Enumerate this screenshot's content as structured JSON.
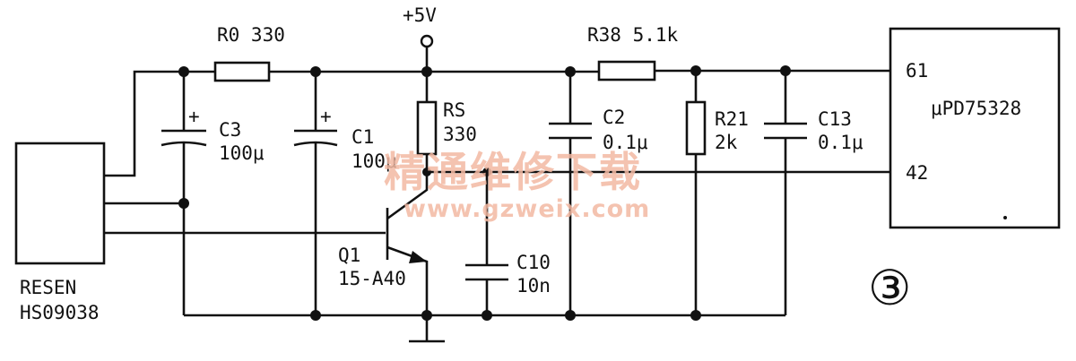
{
  "supply": {
    "label": "+5V"
  },
  "components": {
    "r0": {
      "name": "R0 330"
    },
    "r38": {
      "name": "R38 5.1k"
    },
    "c3": {
      "name": "C3",
      "value": "100μ"
    },
    "c1": {
      "name": "C1",
      "value": "100μ"
    },
    "rs": {
      "name": "RS",
      "value": "330"
    },
    "c2": {
      "name": "C2",
      "value": "0.1μ"
    },
    "r21": {
      "name": "R21",
      "value": "2k"
    },
    "c13": {
      "name": "C13",
      "value": "0.1μ"
    },
    "c10": {
      "name": "C10",
      "value": "10n"
    },
    "q1": {
      "name": "Q1",
      "value": "15-A40"
    }
  },
  "sensor": {
    "line1": "RESEN",
    "line2": "HS09038"
  },
  "ic": {
    "name": "μPD75328",
    "pin_top": "61",
    "pin_bottom": "42"
  },
  "figure_number": "③",
  "watermark": {
    "chinese": "精通维修下载",
    "url": "www.gzweix.com"
  }
}
